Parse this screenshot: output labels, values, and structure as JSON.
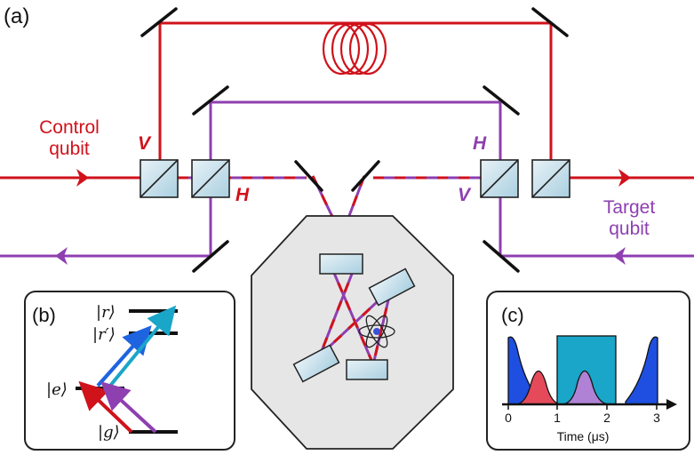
{
  "panel_labels": {
    "a": "(a)",
    "b": "(b)",
    "c": "(c)"
  },
  "beams": {
    "control": {
      "label_line1": "Control",
      "label_line2": "qubit",
      "color": "#d0121b"
    },
    "target": {
      "label_line1": "Target",
      "label_line2": "qubit",
      "color": "#8e3fb0"
    }
  },
  "polarization_labels": {
    "v_left": "V",
    "h_left": "H",
    "h_right": "H",
    "v_right": "V"
  },
  "levels": {
    "r": "|r⟩",
    "r_prime": "|r′⟩",
    "e": "|e⟩",
    "g": "|g⟩"
  },
  "colors": {
    "red": "#d0121b",
    "purple": "#8e3fb0",
    "blue": "#1e64e0",
    "cyan": "#1aa6c8",
    "optics_fill": "#cfe6f0",
    "chamber_fill": "#e6e6e6"
  },
  "timing_axis": {
    "ticks": [
      "0",
      "1",
      "2",
      "3"
    ],
    "xlabel": "Time (μs)"
  }
}
